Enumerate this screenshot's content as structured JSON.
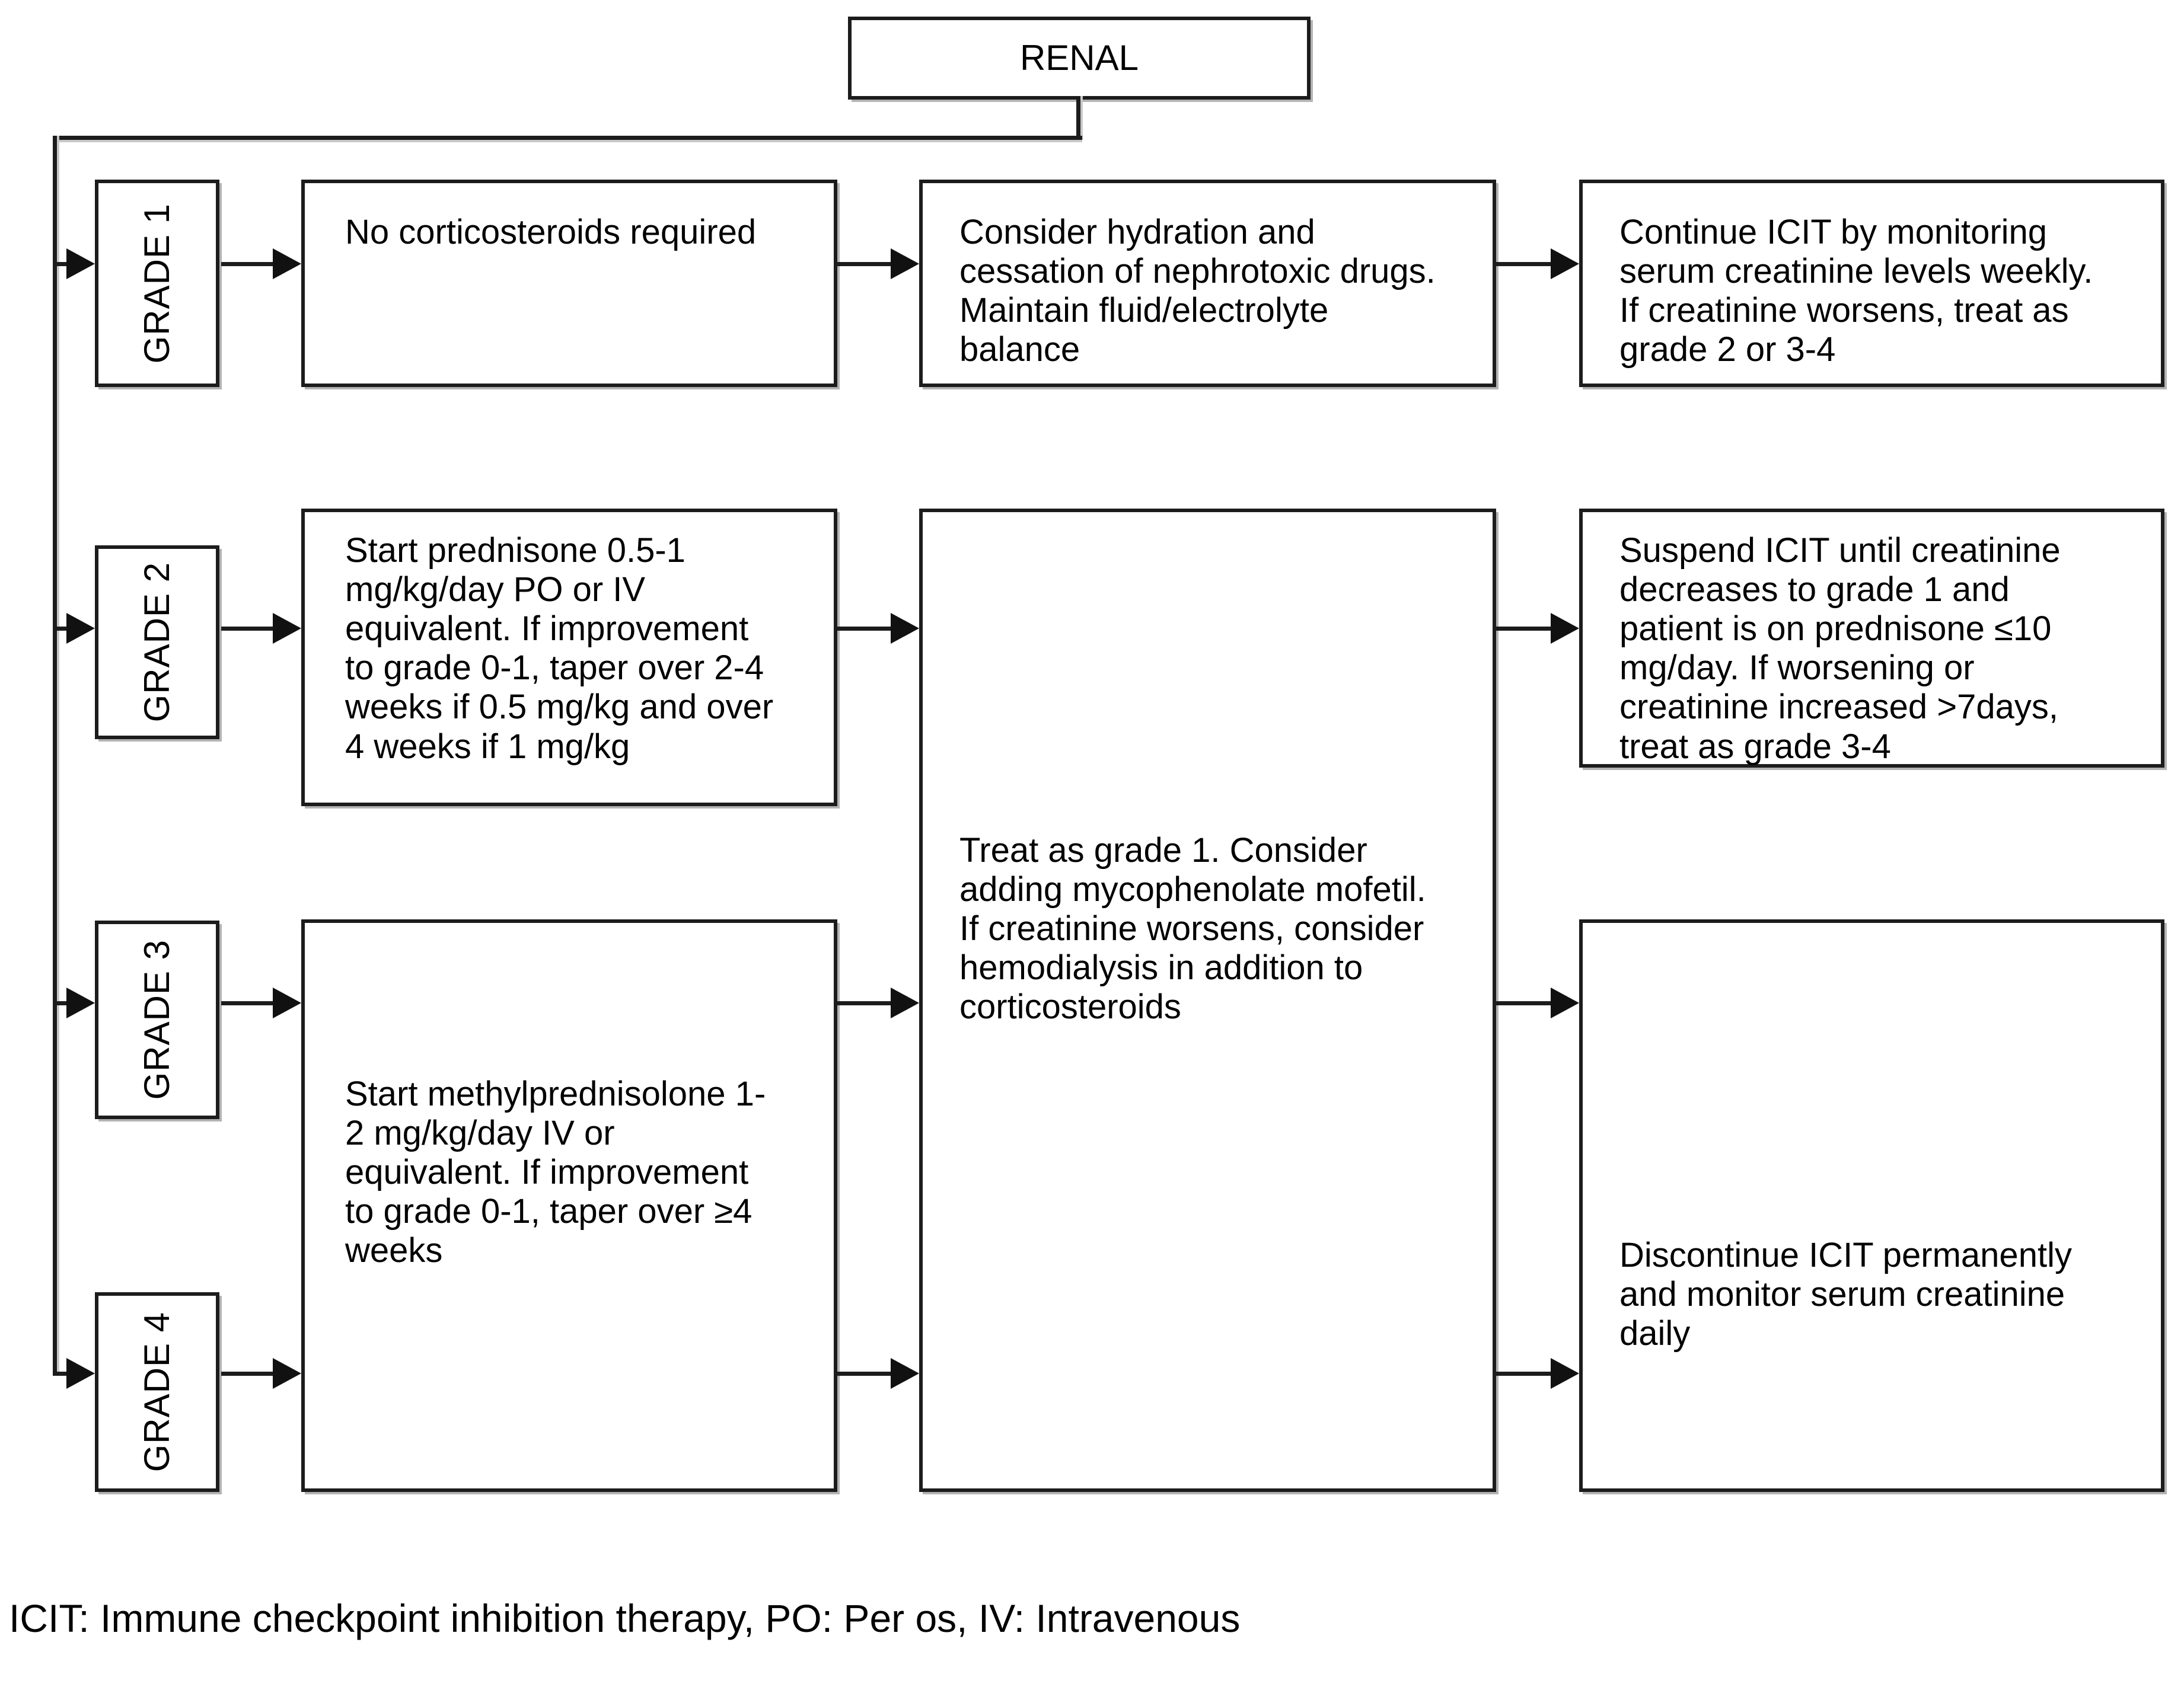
{
  "title": "RENAL",
  "grades": [
    {
      "label": "GRADE 1"
    },
    {
      "label": "GRADE 2"
    },
    {
      "label": "GRADE 3"
    },
    {
      "label": "GRADE 4"
    }
  ],
  "boxes": {
    "no_corticosteroids": "No corticosteroids required",
    "hydration": "Consider hydration and\ncessation of nephrotoxic drugs.\nMaintain fluid/electrolyte\nbalance",
    "continue_icit": "Continue ICIT by monitoring\nserum creatinine levels weekly.\nIf creatinine worsens, treat as\ngrade 2 or 3-4",
    "prednisone": "Start prednisone 0.5-1\nmg/kg/day PO or IV\nequivalent. If improvement\nto grade 0-1, taper over 2-4\nweeks if 0.5 mg/kg and over\n4 weeks if 1 mg/kg",
    "treat_as_grade1": "Treat as grade 1. Consider\nadding mycophenolate mofetil.\nIf creatinine worsens, consider\nhemodialysis in addition to\ncorticosteroids",
    "suspend_icit": "Suspend ICIT until creatinine\ndecreases to grade 1 and\npatient is on prednisone ≤10\nmg/day. If worsening or\ncreatinine increased >7days,\ntreat as grade 3-4",
    "methylprednisolone": "Start methylprednisolone 1-\n2 mg/kg/day IV or\nequivalent. If improvement\nto grade 0-1, taper over ≥4\nweeks",
    "discontinue_icit": "Discontinue ICIT permanently\nand monitor serum creatinine\ndaily"
  },
  "legend": "ICIT: Immune checkpoint inhibition therapy, PO: Per os, IV: Intravenous",
  "colors": {
    "line": "#1c1c1c",
    "box_border": "#1c1c1c",
    "background": "#ffffff",
    "shadow": "#b3b3b3"
  },
  "icons": [
    "arrow-right-icon"
  ]
}
